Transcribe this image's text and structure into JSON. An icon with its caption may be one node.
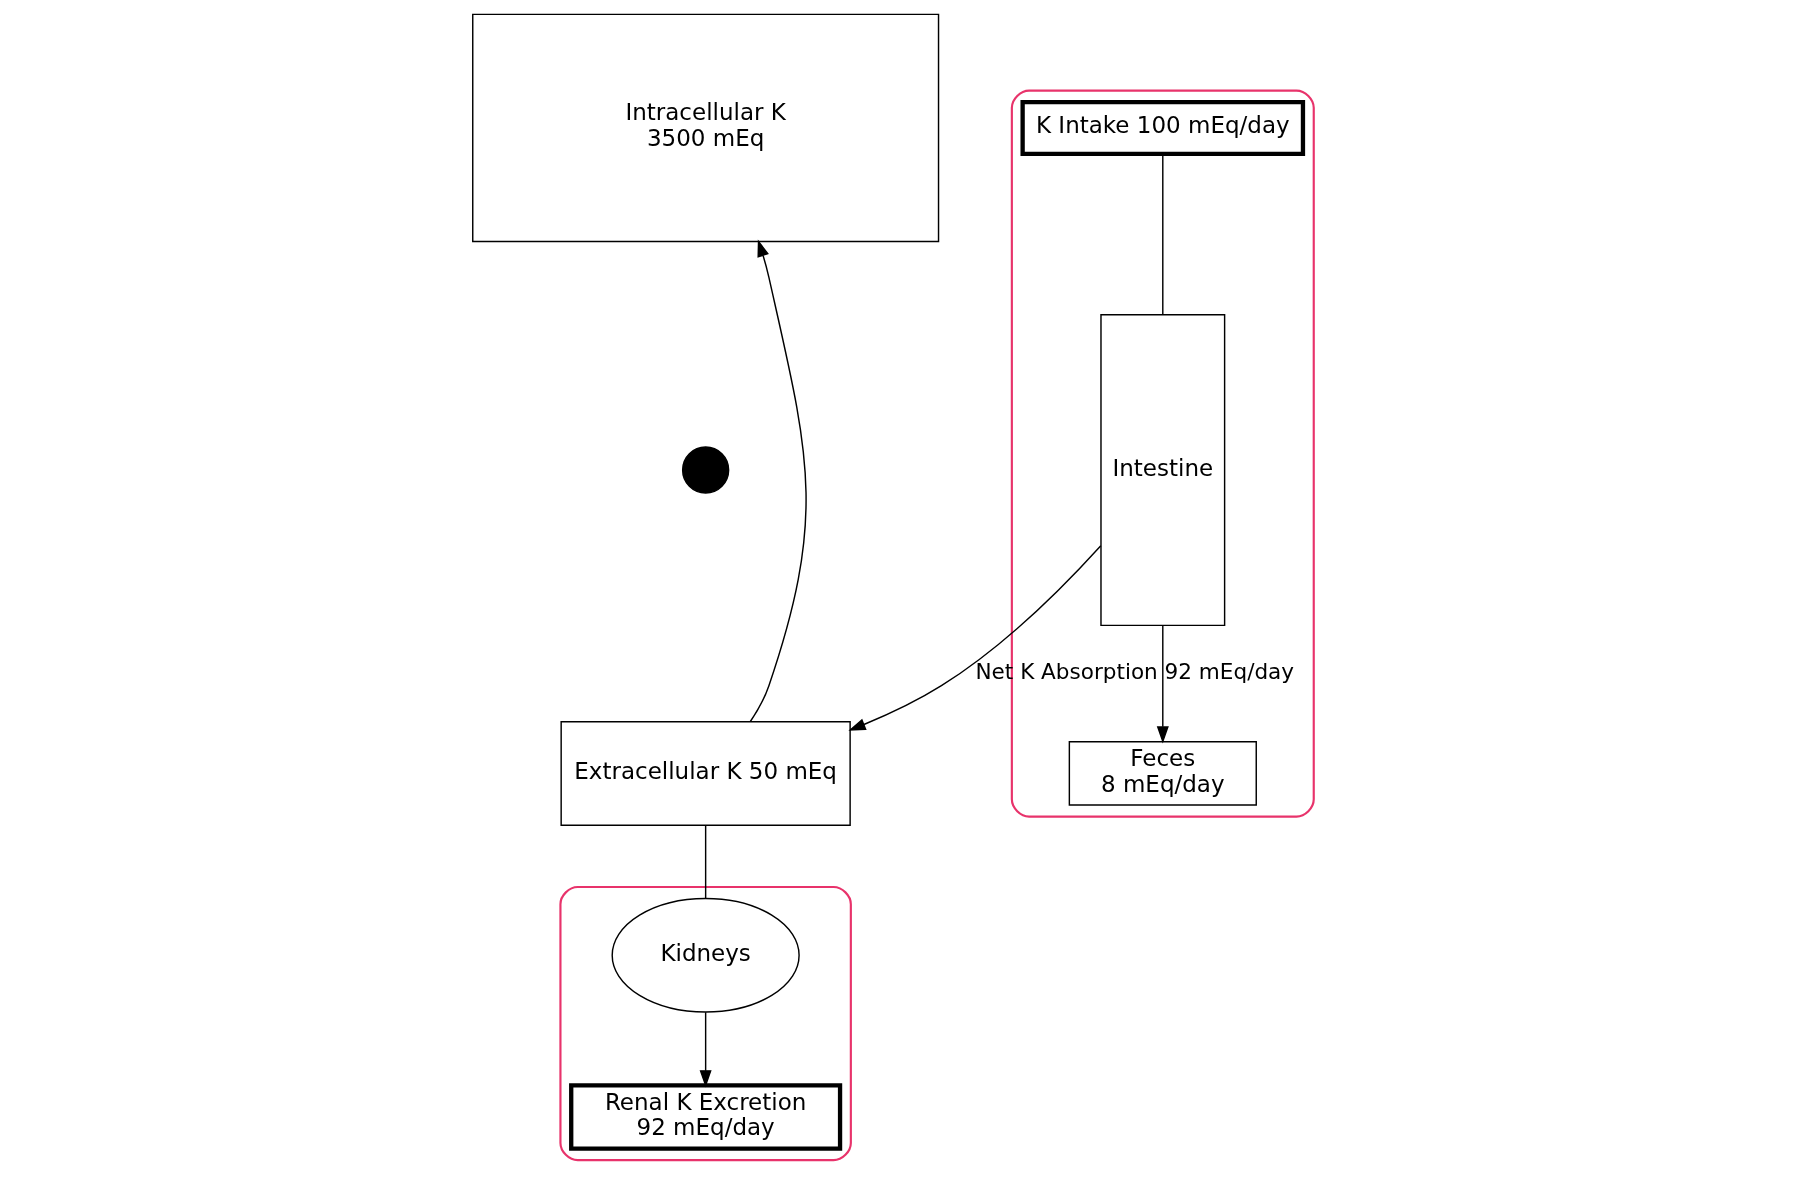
{
  "diagram": {
    "nodes": [
      {
        "text": [
          "Intracellular K",
          "3500 mEq"
        ]
      },
      {
        "text": [],
        "shape": "circle"
      },
      {
        "text": [
          "Extracellular K 50 mEq"
        ]
      },
      {
        "text": [],
        "shape": "ellipse"
      },
      {
        "text": [
          "K Intake 100 mEq/day"
        ],
        "in": 3
      },
      {
        "text": [
          "Intestine"
        ],
        "in": 3
      },
      {
        "text": [
          "Feces",
          "8 mEq/day"
        ],
        "in": 3
      },
      {
        "text": [],
        "shape": "ellipse"
      },
      {
        "text": [
          "Kidneys"
        ],
        "in": 7
      },
      {
        "text": [
          "Renal K Excretion",
          "92 mEq/day"
        ],
        "in": 7
      }
    ],
    "edges": [
      {
        "from": 2,
        "to": 0,
        "arrow": "to"
      },
      {
        "from": 4,
        "to": 5,
        "arrow": "none"
      },
      {
        "from": 5,
        "to": 6,
        "arrow": "to"
      },
      {
        "from": 5,
        "to": 2,
        "arrow": "to",
        "label": "Net K Absorption 92 mEq/day"
      },
      {
        "from": 2,
        "to": 8,
        "arrow": "none"
      },
      {
        "from": 8,
        "to": 9,
        "arrow": "to"
      }
    ]
  }
}
